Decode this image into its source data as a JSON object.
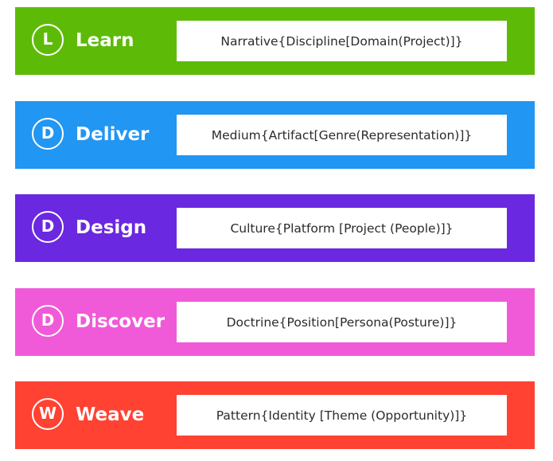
{
  "stages": [
    {
      "letter": "L",
      "name": "Learn",
      "formula": "Narrative{Discipline[Domain(Project)]}",
      "color": "#5dbb07"
    },
    {
      "letter": "D",
      "name": "Deliver",
      "formula": "Medium{Artifact[Genre(Representation)]}",
      "color": "#2196f3"
    },
    {
      "letter": "D",
      "name": "Design",
      "formula": "Culture{Platform [Project (People)]}",
      "color": "#6a28e0"
    },
    {
      "letter": "D",
      "name": "Discover",
      "formula": "Doctrine{Position[Persona(Posture)]}",
      "color": "#f05ad8"
    },
    {
      "letter": "W",
      "name": "Weave",
      "formula": "Pattern{Identity [Theme (Opportunity)]}",
      "color": "#ff4232"
    }
  ]
}
